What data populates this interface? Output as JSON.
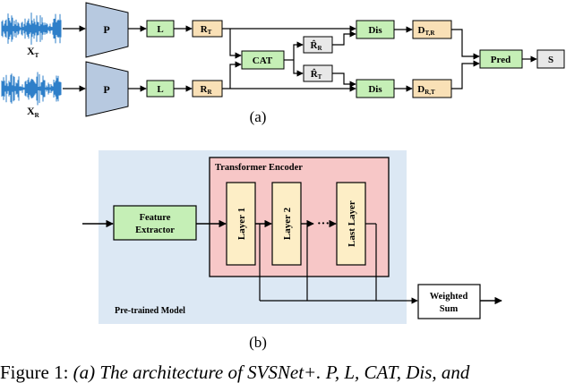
{
  "panel_a": {
    "input_top_label": "X",
    "input_top_sub": "T",
    "input_bottom_label": "X",
    "input_bottom_sub": "R",
    "p_top": "P",
    "p_bottom": "P",
    "l_top": "L",
    "l_bottom": "L",
    "r_top": "R",
    "r_top_sub": "T",
    "r_bottom": "R",
    "r_bottom_sub": "R",
    "cat": "CAT",
    "rhat_r": "R̂",
    "rhat_r_sub": "R",
    "rhat_t": "R̂",
    "rhat_t_sub": "T",
    "dis_top": "Dis",
    "dis_bottom": "Dis",
    "d_top": "D",
    "d_top_sub": "T,R",
    "d_bottom": "D",
    "d_bottom_sub": "R,T",
    "pred": "Pred",
    "s": "S",
    "label": "(a)"
  },
  "panel_b": {
    "pretrained_label": "Pre-trained Model",
    "encoder_title": "Transformer Encoder",
    "feature_line1": "Feature",
    "feature_line2": "Extractor",
    "layer1": "Layer 1",
    "layer2": "Layer 2",
    "dots": "···",
    "last_layer": "Last Layer",
    "weighted_line1": "Weighted",
    "weighted_line2": "Sum",
    "label": "(b)"
  },
  "caption": {
    "prefix": "Figure 1: ",
    "italic": "(a) The architecture of SVSNet+. P, L, CAT, Dis, and"
  },
  "colors": {
    "green": "#c5efb6",
    "orange": "#f9e0b6",
    "grey_box": "#e8e8e8",
    "p_trapezoid": "#b7c9e0",
    "pretrained_bg": "#dce8f4",
    "encoder_bg": "#f7c7c7",
    "layer_fill": "#fdeec6",
    "waveform": "#2e7fc9"
  }
}
